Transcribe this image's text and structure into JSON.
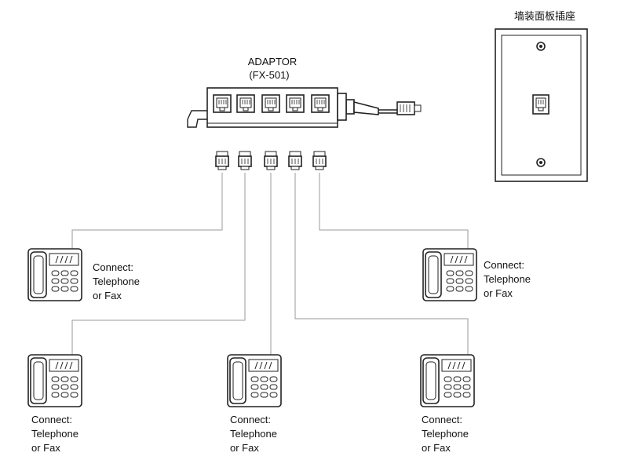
{
  "wall_plate": {
    "label": "墙装面板插座"
  },
  "adaptor": {
    "title": "ADAPTOR",
    "model": "(FX-501)"
  },
  "phones": [
    {
      "line1": "Connect:",
      "line2": "Telephone",
      "line3": "or Fax"
    },
    {
      "line1": "Connect:",
      "line2": "Telephone",
      "line3": "or Fax"
    },
    {
      "line1": "Connect:",
      "line2": "Telephone",
      "line3": "or Fax"
    },
    {
      "line1": "Connect:",
      "line2": "Telephone",
      "line3": "or Fax"
    },
    {
      "line1": "Connect:",
      "line2": "Telephone",
      "line3": "or Fax"
    }
  ],
  "icons": {
    "phone": "telephone-icon",
    "plug": "rj11-plug-icon",
    "jack": "rj11-jack-icon"
  }
}
